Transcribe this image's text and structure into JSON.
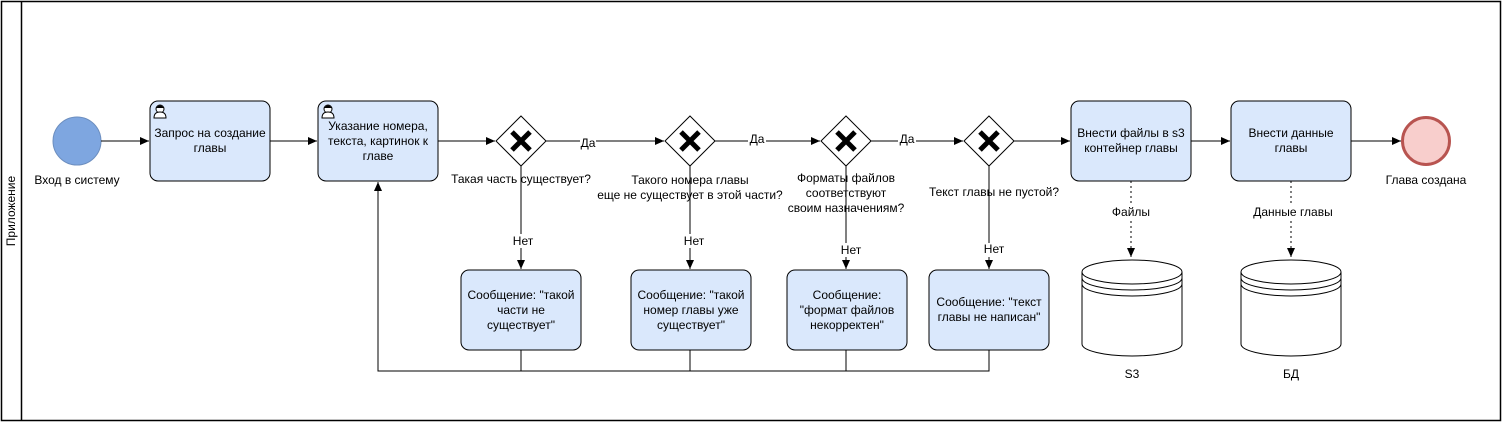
{
  "pool": {
    "title": "Приложение"
  },
  "start_event": {
    "label": "Вход в систему"
  },
  "end_event": {
    "label": "Глава создана"
  },
  "tasks": {
    "request": {
      "label": "Запрос на создание главы",
      "type": "user"
    },
    "specify": {
      "label": "Указание номера, текста, картинок к главе",
      "type": "user"
    },
    "upload_files": {
      "label": "Внести файлы в s3 контейнер главы"
    },
    "save_data": {
      "label": "Внести данные главы"
    }
  },
  "gateways": [
    {
      "question": "Такая часть существует?",
      "yes": "Да",
      "no": "Нет",
      "message": "Сообщение: \"такой части не существует\""
    },
    {
      "question": "Такого номера главы\nеще не существует в этой части?",
      "yes": "Да",
      "no": "Нет",
      "message": "Сообщение: \"такой номер главы уже существует\""
    },
    {
      "question": "Форматы файлов\nсоответствуют\nсвоим назначениям?",
      "yes": "Да",
      "no": "Нет",
      "message": "Сообщение:\n\"формат файлов некорректен\""
    },
    {
      "question": "Текст главы не пустой?",
      "no": "Нет",
      "message": "Сообщение: \"текст главы не написан\""
    }
  ],
  "stores": {
    "s3": {
      "label": "S3",
      "flow_label": "Файлы"
    },
    "db": {
      "label": "БД",
      "flow_label": "Данные главы"
    }
  },
  "colors": {
    "task_fill": "#dae8fc",
    "start_fill": "#7ea6e0",
    "end_fill": "#f8cecc",
    "end_stroke": "#b85450"
  }
}
